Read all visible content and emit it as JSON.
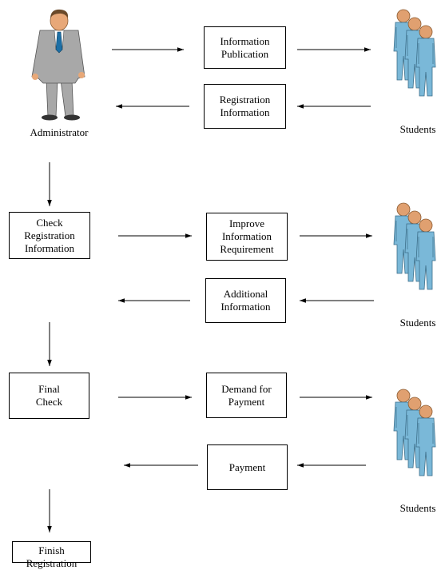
{
  "actors": {
    "admin": {
      "label": "Administrator"
    },
    "students_1": {
      "label": "Students"
    },
    "students_2": {
      "label": "Students"
    },
    "students_3": {
      "label": "Students"
    }
  },
  "boxes": {
    "info_publication": "Information\nPublication",
    "registration_info": "Registration\nInformation",
    "check_registration": "Check\nRegistration\nInformation",
    "improve_info": "Improve\nInformation\nRequirement",
    "additional_info": "Additional\nInformation",
    "final_check": "Final\nCheck",
    "demand_payment": "Demand for\nPayment",
    "payment": "Payment",
    "finish_registration": "Finish\nRegistration"
  },
  "colors": {
    "suit": "#a8a8a8",
    "skin": "#e8a878",
    "tie": "#1d6fa5",
    "student_body": "#7ab8d8",
    "student_head": "#e0a070"
  }
}
